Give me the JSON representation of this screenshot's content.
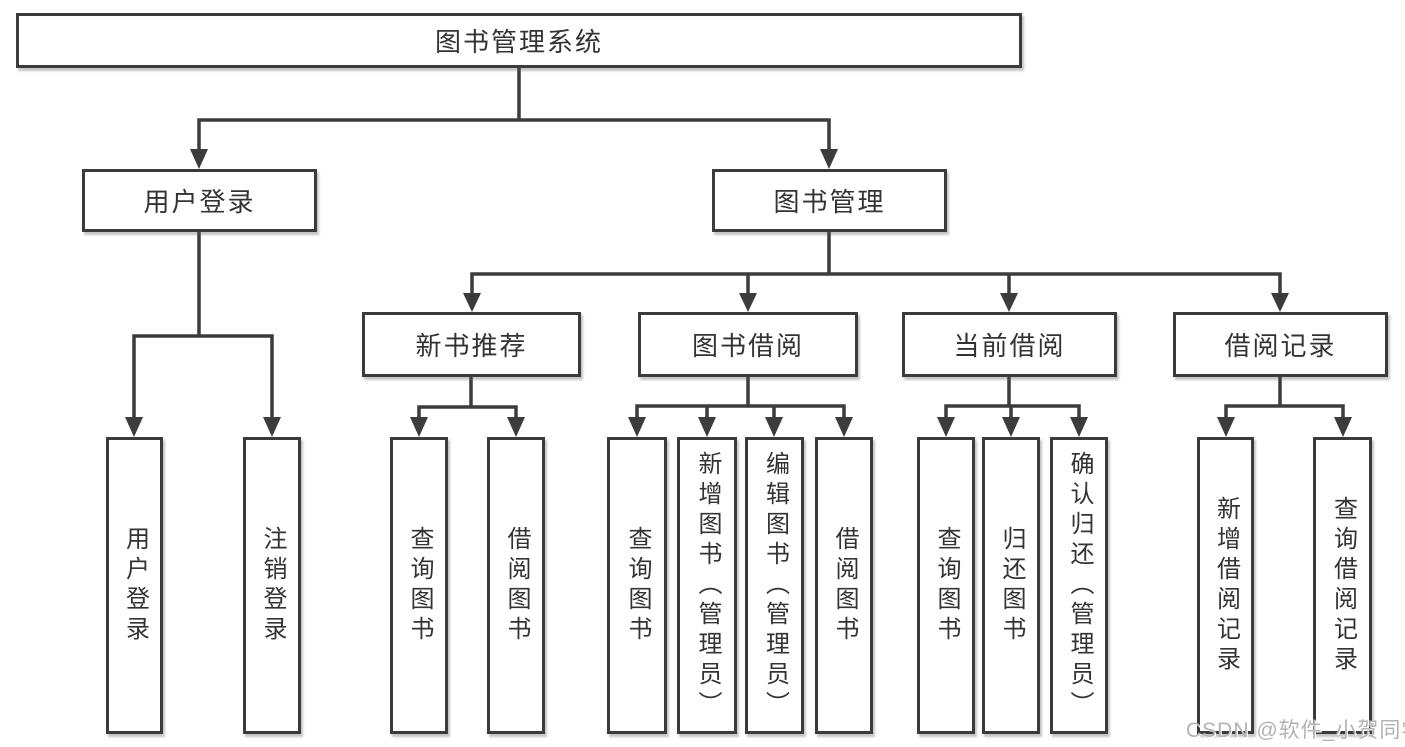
{
  "diagram": {
    "title": "图书管理系统",
    "root": {
      "label": "图书管理系统"
    },
    "level2": [
      {
        "label": "用户登录"
      },
      {
        "label": "图书管理"
      }
    ],
    "level3": [
      {
        "label": "新书推荐",
        "parent": "图书管理"
      },
      {
        "label": "图书借阅",
        "parent": "图书管理"
      },
      {
        "label": "当前借阅",
        "parent": "图书管理"
      },
      {
        "label": "借阅记录",
        "parent": "图书管理"
      }
    ],
    "leaves": [
      {
        "label": "用户登录",
        "parent": "用户登录"
      },
      {
        "label": "注销登录",
        "parent": "用户登录"
      },
      {
        "label": "查询图书",
        "parent": "新书推荐"
      },
      {
        "label": "借阅图书",
        "parent": "新书推荐"
      },
      {
        "label": "查询图书",
        "parent": "图书借阅"
      },
      {
        "label": "新增图书（管理员）",
        "parent": "图书借阅"
      },
      {
        "label": "编辑图书（管理员）",
        "parent": "图书借阅"
      },
      {
        "label": "借阅图书",
        "parent": "图书借阅"
      },
      {
        "label": "查询图书",
        "parent": "当前借阅"
      },
      {
        "label": "归还图书",
        "parent": "当前借阅"
      },
      {
        "label": "确认归还（管理员）",
        "parent": "当前借阅"
      },
      {
        "label": "新增借阅记录",
        "parent": "借阅记录"
      },
      {
        "label": "查询借阅记录",
        "parent": "借阅记录"
      }
    ],
    "colors": {
      "line": "#3c3c3c",
      "box_border": "#3b3b3b",
      "text": "#333333",
      "background": "#ffffff",
      "watermark": "#b3b3b3"
    }
  },
  "watermark": {
    "text": "CSDN @软件_小贺同学"
  }
}
